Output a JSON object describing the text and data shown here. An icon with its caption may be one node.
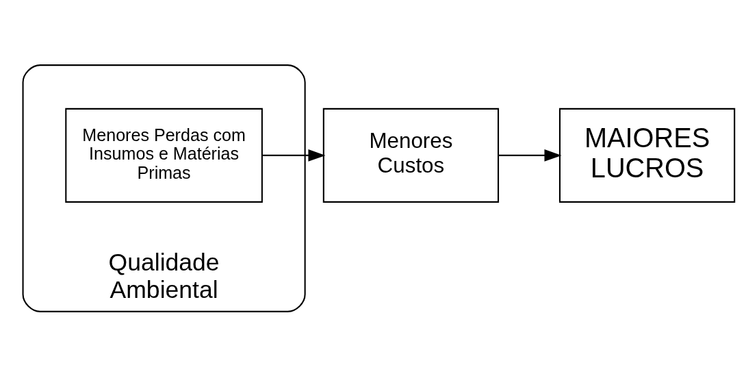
{
  "diagram": {
    "nodes": [
      {
        "text": [
          "Qualidade Ambiental"
        ]
      },
      {
        "text": [
          "Menores Perdas com Insumos e Matérias Primas"
        ],
        "in": 0
      },
      {
        "text": [
          "Menores Custos"
        ]
      },
      {
        "text": [
          "MAIORES LUCROS"
        ]
      }
    ],
    "edges": [
      {
        "from": 1,
        "to": 2,
        "arrow": "to"
      },
      {
        "from": 2,
        "to": 3,
        "arrow": "to"
      }
    ]
  }
}
